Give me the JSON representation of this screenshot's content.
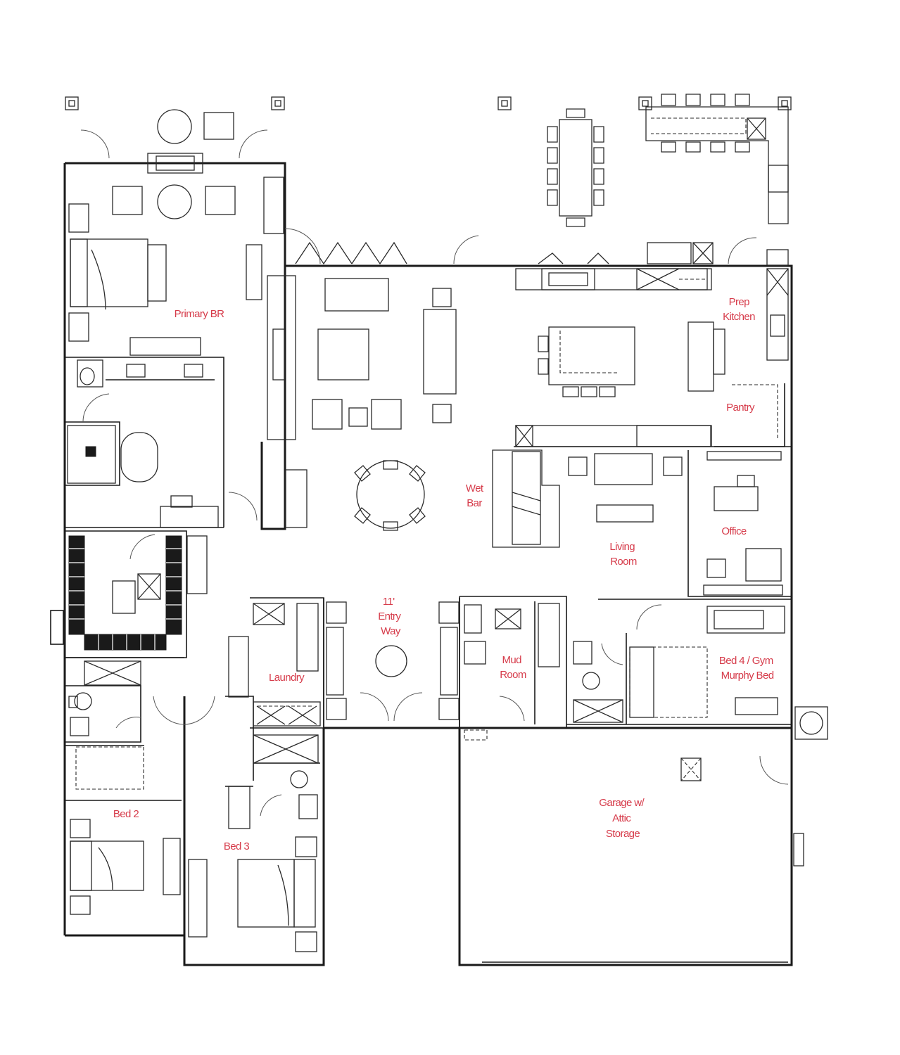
{
  "rooms": {
    "primary_br": "Primary BR",
    "prep_kitchen": [
      "Prep",
      "Kitchen"
    ],
    "pantry": "Pantry",
    "wet_bar": [
      "Wet",
      "Bar"
    ],
    "living_room": [
      "Living",
      "Room"
    ],
    "office": "Office",
    "entry_way": [
      "11'",
      "Entry",
      "Way"
    ],
    "mud_room": [
      "Mud",
      "Room"
    ],
    "bed4": [
      "Bed 4 / Gym",
      "Murphy Bed"
    ],
    "laundry": "Laundry",
    "bed2": "Bed 2",
    "bed3": "Bed 3",
    "garage": [
      "Garage w/",
      "Attic",
      "Storage"
    ]
  },
  "colors": {
    "label": "#d63b4a",
    "wall": "#1a1a1a"
  }
}
